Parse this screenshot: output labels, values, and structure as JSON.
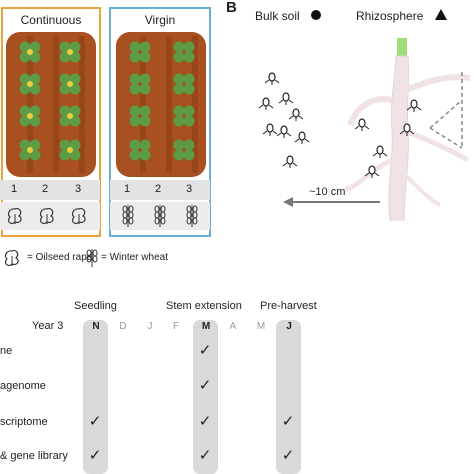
{
  "panel_a": {
    "continuous_title": "Continuous",
    "virgin_title": "Virgin",
    "continuous_numbers": [
      "1",
      "2",
      "3"
    ],
    "virgin_numbers": [
      "1",
      "2",
      "3"
    ],
    "legend_oilseed": "= Oilseed rape",
    "legend_wheat": "= Winter wheat",
    "colors": {
      "continuous_border": "#e8a33c",
      "virgin_border": "#6aaed6",
      "soil": "#a8501f",
      "soil_stripe": "#8a3f15",
      "leaf": "#5d9b45",
      "flower": "#e6cf3a"
    }
  },
  "panel_b": {
    "letter": "B",
    "bulk_soil_label": "Bulk soil",
    "rhizosphere_label": "Rhizosphere",
    "distance_label": "~10 cm"
  },
  "timeline": {
    "stages": [
      "Seedling",
      "Stem extension",
      "Pre-harvest"
    ],
    "year_label": "Year 3",
    "months": [
      "N",
      "D",
      "J",
      "F",
      "M",
      "A",
      "M",
      "J"
    ],
    "rows": [
      "ne",
      "agenome",
      "scriptome",
      "& gene library"
    ],
    "check_glyph": "✓"
  }
}
